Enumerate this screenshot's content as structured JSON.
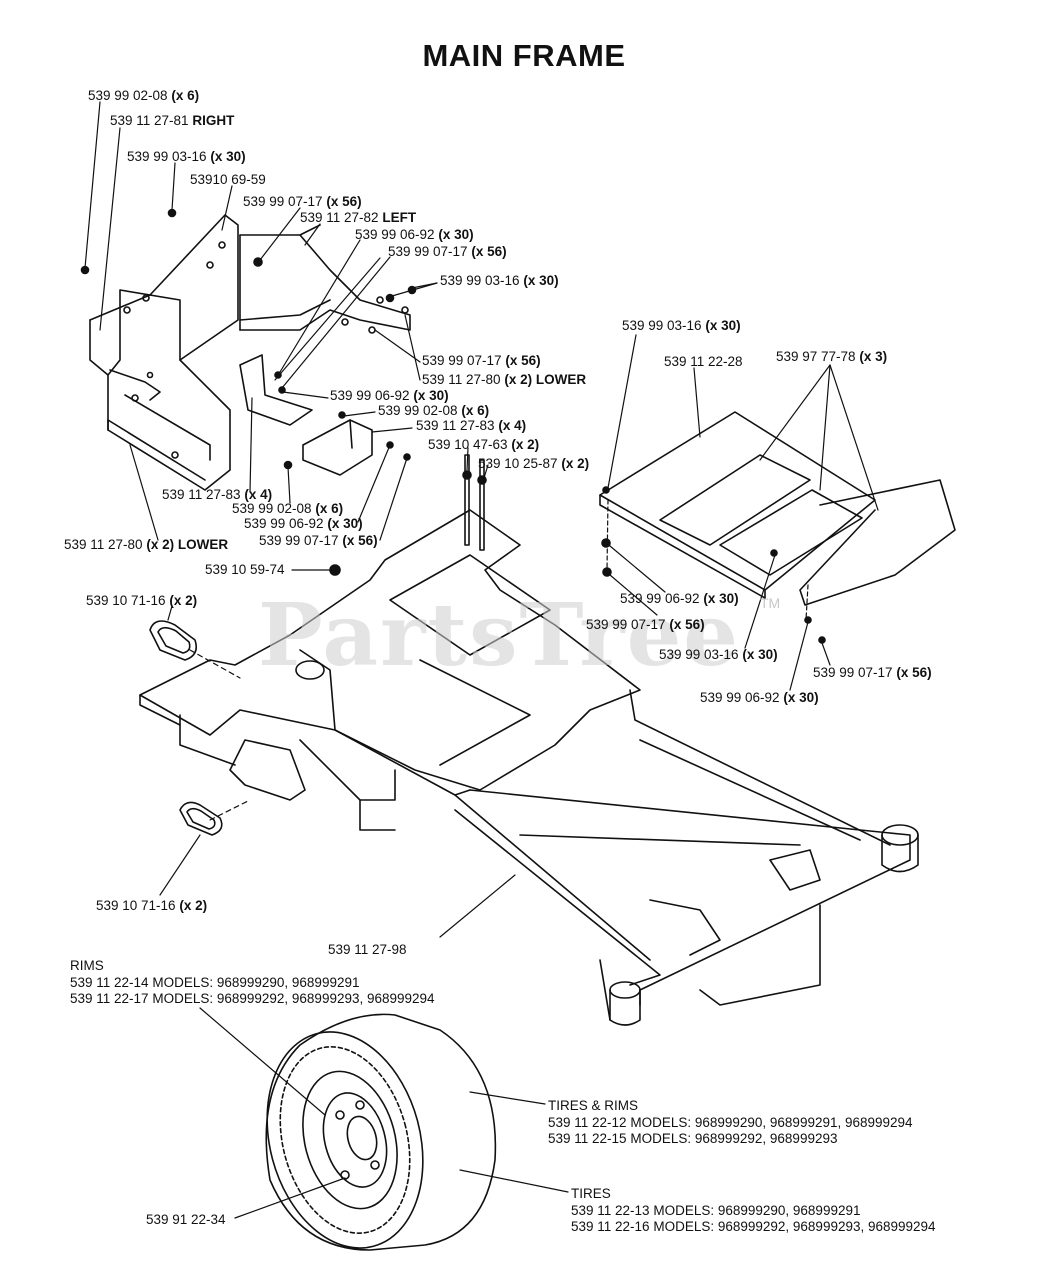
{
  "title": "MAIN FRAME",
  "watermark": "PartsTree",
  "watermark_mark": "TM",
  "callouts": [
    {
      "id": "c1",
      "part": "539 99 02-08",
      "qty": "(x 6)"
    },
    {
      "id": "c2",
      "part": "539 11 27-81",
      "qty": "RIGHT"
    },
    {
      "id": "c3",
      "part": "539 99 03-16",
      "qty": "(x 30)"
    },
    {
      "id": "c4",
      "part": "53910 69-59",
      "qty": ""
    },
    {
      "id": "c5",
      "part": "539 99 07-17",
      "qty": "(x 56)"
    },
    {
      "id": "c6",
      "part": "539 11 27-82",
      "qty": "LEFT"
    },
    {
      "id": "c7",
      "part": "539 99 06-92",
      "qty": "(x 30)"
    },
    {
      "id": "c8",
      "part": "539 99 07-17",
      "qty": "(x 56)"
    },
    {
      "id": "c9",
      "part": "539 99 03-16",
      "qty": "(x 30)"
    },
    {
      "id": "c10",
      "part": "539 99 07-17",
      "qty": "(x 56)"
    },
    {
      "id": "c11",
      "part": "539 11 27-80",
      "qty": "(x 2) LOWER"
    },
    {
      "id": "c12",
      "part": "539 99 06-92",
      "qty": "(x 30)"
    },
    {
      "id": "c13",
      "part": "539 99 02-08",
      "qty": "(x 6)"
    },
    {
      "id": "c14",
      "part": "539 11 27-83",
      "qty": "(x 4)"
    },
    {
      "id": "c15",
      "part": "539 10 47-63",
      "qty": "(x 2)"
    },
    {
      "id": "c16",
      "part": "539 10 25-87",
      "qty": "(x 2)"
    },
    {
      "id": "c17",
      "part": "539 11 27-83",
      "qty": "(x 4)"
    },
    {
      "id": "c18",
      "part": "539 99 02-08",
      "qty": "(x 6)"
    },
    {
      "id": "c19",
      "part": "539 99 06-92",
      "qty": "(x 30)"
    },
    {
      "id": "c20",
      "part": "539 99 07-17",
      "qty": "(x 56)"
    },
    {
      "id": "c21",
      "part": "539 11 27-80",
      "qty": "(x 2) LOWER"
    },
    {
      "id": "c22",
      "part": "539 10 59-74",
      "qty": ""
    },
    {
      "id": "c23",
      "part": "539 10 71-16",
      "qty": "(x 2)"
    },
    {
      "id": "c24",
      "part": "539 99 03-16",
      "qty": "(x 30)"
    },
    {
      "id": "c25",
      "part": "539 11 22-28",
      "qty": ""
    },
    {
      "id": "c26",
      "part": "539 97 77-78",
      "qty": "(x 3)"
    },
    {
      "id": "c27",
      "part": "539 99 06-92",
      "qty": "(x 30)"
    },
    {
      "id": "c28",
      "part": "539 99 07-17",
      "qty": "(x 56)"
    },
    {
      "id": "c29",
      "part": "539 99 03-16",
      "qty": "(x 30)"
    },
    {
      "id": "c30",
      "part": "539 99 07-17",
      "qty": "(x 56)"
    },
    {
      "id": "c31",
      "part": "539 99 06-92",
      "qty": "(x 30)"
    },
    {
      "id": "c32",
      "part": "539 10 71-16",
      "qty": "(x 2)"
    },
    {
      "id": "c33",
      "part": "539 11 27-98",
      "qty": ""
    },
    {
      "id": "c34",
      "part": "539 91 22-34",
      "qty": ""
    }
  ],
  "rims": {
    "heading": "RIMS",
    "lines": [
      "539 11 22-14  MODELS: 968999290, 968999291",
      "539 11 22-17  MODELS: 968999292, 968999293, 968999294"
    ]
  },
  "tires_rims": {
    "heading": "TIRES & RIMS",
    "lines": [
      "539 11 22-12  MODELS: 968999290, 968999291, 968999294",
      "539 11 22-15  MODELS: 968999292, 968999293"
    ]
  },
  "tires": {
    "heading": "TIRES",
    "lines": [
      "539 11 22-13  MODELS: 968999290, 968999291",
      "539 11 22-16  MODELS: 968999292, 968999293, 968999294"
    ]
  }
}
